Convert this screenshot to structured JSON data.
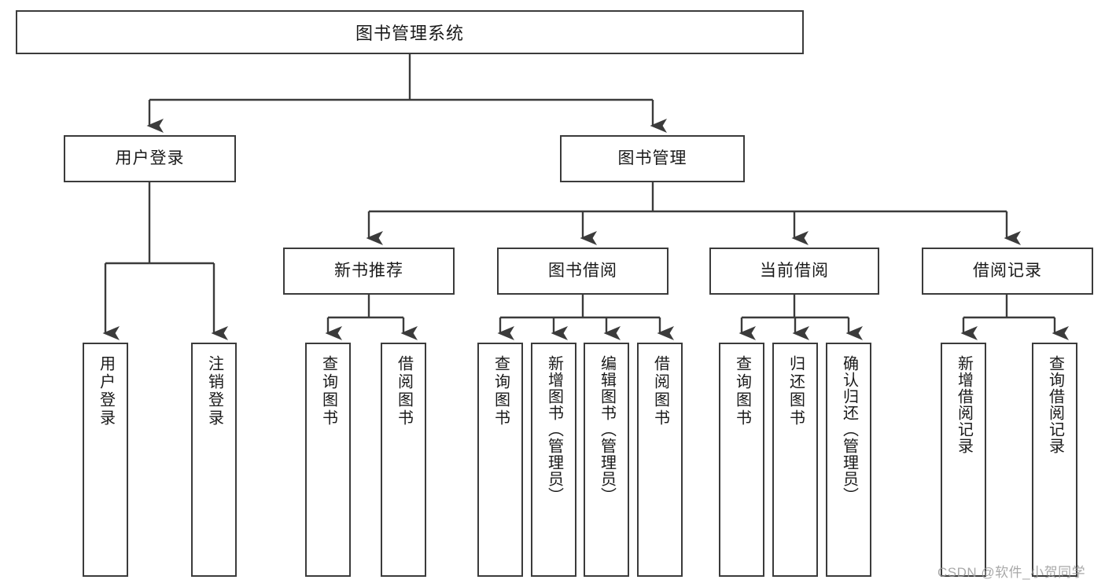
{
  "diagram": {
    "title": "图书管理系统",
    "root": {
      "label": "图书管理系统"
    },
    "level1": [
      {
        "label": "用户登录"
      },
      {
        "label": "图书管理"
      }
    ],
    "level2": [
      {
        "label": "新书推荐"
      },
      {
        "label": "图书借阅"
      },
      {
        "label": "当前借阅"
      },
      {
        "label": "借阅记录"
      }
    ],
    "leaves": {
      "user_login": [
        {
          "label": "用户登录"
        },
        {
          "label": "注销登录"
        }
      ],
      "new_book": [
        {
          "label": "查询图书"
        },
        {
          "label": "借阅图书"
        }
      ],
      "book_borrow": [
        {
          "label": "查询图书"
        },
        {
          "label": "新增图书（管理员）"
        },
        {
          "label": "编辑图书（管理员）"
        },
        {
          "label": "借阅图书"
        }
      ],
      "current_borrow": [
        {
          "label": "查询图书"
        },
        {
          "label": "归还图书"
        },
        {
          "label": "确认归还（管理员）"
        }
      ],
      "borrow_record": [
        {
          "label": "新增借阅记录"
        },
        {
          "label": "查询借阅记录"
        }
      ]
    }
  },
  "watermark": {
    "text": "CSDN @软件_小贺同学"
  },
  "colors": {
    "stroke": "#3b3b3b",
    "text": "#1a1a1a",
    "background": "#ffffff",
    "watermark": "#9a9a9a"
  }
}
